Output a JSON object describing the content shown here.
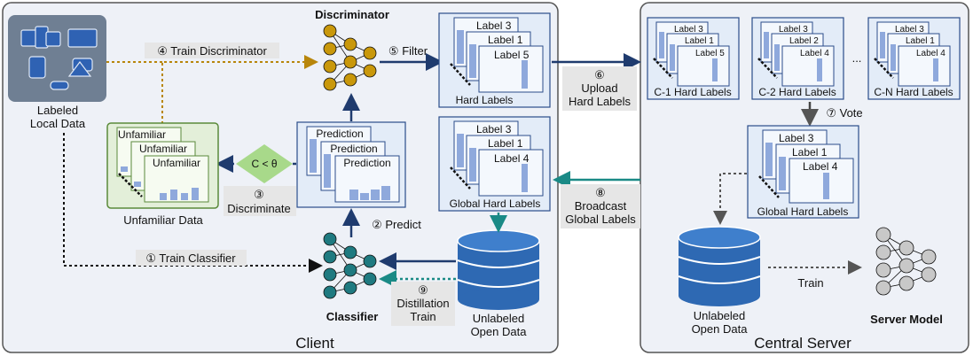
{
  "client": {
    "title": "Client",
    "labeled_data": [
      "Labeled",
      "Local Data"
    ],
    "discriminator": "Discriminator",
    "classifier": "Classifier",
    "unfamiliar_data": "Unfamiliar Data",
    "unfamiliar_cards": [
      "Unfamiliar",
      "Unfamiliar",
      "Unfamiliar"
    ],
    "prediction_cards": [
      "Prediction",
      "Prediction",
      "Prediction"
    ],
    "condition": "C < θ",
    "hard_labels": {
      "cards": [
        "Label 3",
        "Label 1",
        "Label 5"
      ],
      "caption": "Hard Labels"
    },
    "global_hard_labels": {
      "cards": [
        "Label 3",
        "Label 1",
        "Label 4"
      ],
      "caption": "Global Hard Labels"
    },
    "unlabeled": [
      "Unlabeled",
      "Open Data"
    ]
  },
  "steps": {
    "s1": "① Train Classifier",
    "s2": "② Predict",
    "s3": [
      "③",
      "Discriminate"
    ],
    "s4": "④ Train Discriminator",
    "s5": "⑤ Filter",
    "s6": [
      "⑥",
      "Upload",
      "Hard Labels"
    ],
    "s7": "⑦ Vote",
    "s8": [
      "⑧",
      "Broadcast",
      "Global Labels"
    ],
    "s9": [
      "⑨",
      "Distillation",
      "Train"
    ]
  },
  "server": {
    "title": "Central Server",
    "groups": [
      {
        "cards": [
          "Label 3",
          "Label 1",
          "Label 5"
        ],
        "caption": "C-1 Hard Labels"
      },
      {
        "cards": [
          "Label 3",
          "Label 2",
          "Label 4"
        ],
        "caption": "C-2 Hard Labels"
      },
      {
        "cards": [
          "Label 3",
          "Label 1",
          "Label 4"
        ],
        "caption": "C-N Hard Labels"
      }
    ],
    "ellipsis": "...",
    "global": {
      "cards": [
        "Label 3",
        "Label 1",
        "Label 4"
      ],
      "caption": "Global Hard Labels"
    },
    "unlabeled": [
      "Unlabeled",
      "Open Data"
    ],
    "train": "Train",
    "server_model": "Server Model"
  },
  "colors": {
    "panel_bg": "#eef1f7",
    "panel_border": "#555555",
    "card_bg": "#e3ecf8",
    "card_border": "#2b4d8a",
    "bar": "#8fa9dc",
    "discriminator": "#c9980b",
    "classifier": "#1f7a80",
    "server_model": "#c8c8c8",
    "db": "#2e69b3",
    "unfamiliar_bg": "#e3efd9",
    "unfamiliar_border": "#5a8a3a",
    "diamond": "#a8d98a",
    "arrow_dark": "#1f3b6e",
    "arrow_teal": "#1a8a86",
    "arrow_gold": "#b8860b"
  }
}
